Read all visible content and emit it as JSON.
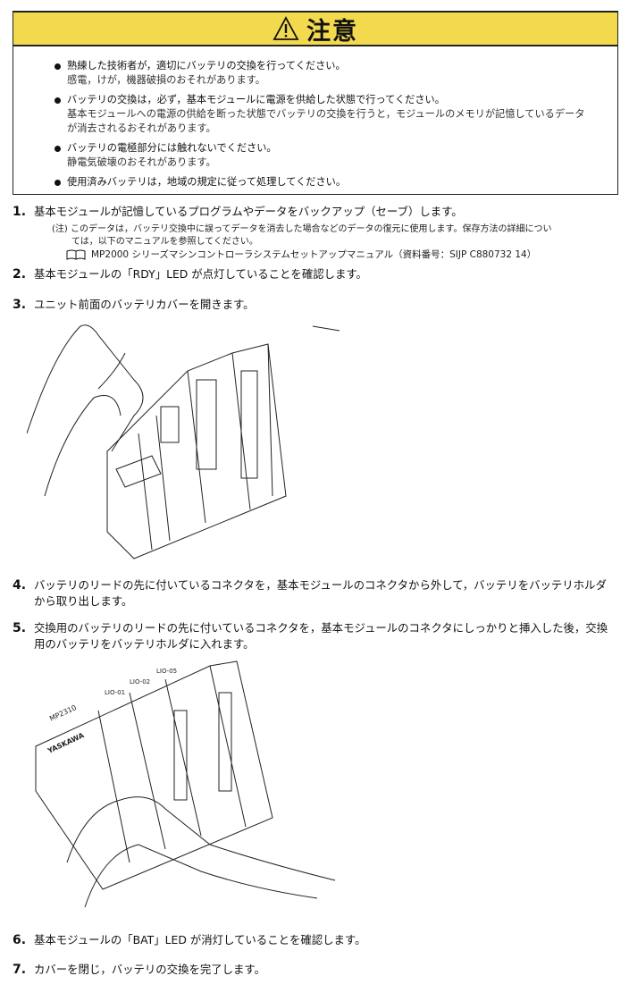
{
  "caution": {
    "title": "注意",
    "icon": "warning-triangle-icon",
    "items": [
      {
        "main": "熟練した技術者が，適切にバッテリの交換を行ってください。",
        "sub": "感電，けが，機器破損のおそれがあります。"
      },
      {
        "main": "バッテリの交換は，必ず，基本モジュールに電源を供給した状態で行ってください。",
        "sub": "基本モジュールへの電源の供給を断った状態でバッテリの交換を行うと，モジュールのメモリが記憶しているデータが消去されるおそれがあります。"
      },
      {
        "main": "バッテリの電極部分には触れないでください。",
        "sub": "静電気破壊のおそれがあります。"
      },
      {
        "main": "使用済みバッテリは，地域の規定に従って処理してください。",
        "sub": ""
      }
    ],
    "header_color": "#f2d94e"
  },
  "steps": [
    {
      "num": "1.",
      "text": "基本モジュールが記憶しているプログラムやデータをバックアップ（セーブ）します。"
    },
    {
      "num": "2.",
      "text": "基本モジュールの「RDY」LED が点灯していることを確認します。"
    },
    {
      "num": "3.",
      "text": "ユニット前面のバッテリカバーを開きます。"
    },
    {
      "num": "4.",
      "text": "バッテリのリードの先に付いているコネクタを，基本モジュールのコネクタから外して，バッテリをバッテリホルダから取り出します。"
    },
    {
      "num": "5.",
      "text": "交換用のバッテリのリードの先に付いているコネクタを，基本モジュールのコネクタにしっかりと挿入した後，交換用のバッテリをバッテリホルダに入れます。"
    },
    {
      "num": "6.",
      "text": "基本モジュールの「BAT」LED が消灯していることを確認します。"
    },
    {
      "num": "7.",
      "text": "カバーを閉じ，バッテリの交換を完了します。"
    }
  ],
  "note": {
    "line1": "(注) このデータは，バッテリ交換中に誤ってデータを消去した場合などのデータの復元に使用します。保存方法の詳細につい",
    "line2": "ては，以下のマニュアルを参照してください。",
    "ref": "MP2000 シリーズマシンコントローラシステムセットアップマニュアル（資料番号：SIJP C880732 14）"
  },
  "figure2": {
    "labels": [
      "MP2310",
      "YASKAWA",
      "LIO-01",
      "LIO-02",
      "LIO-05"
    ]
  }
}
